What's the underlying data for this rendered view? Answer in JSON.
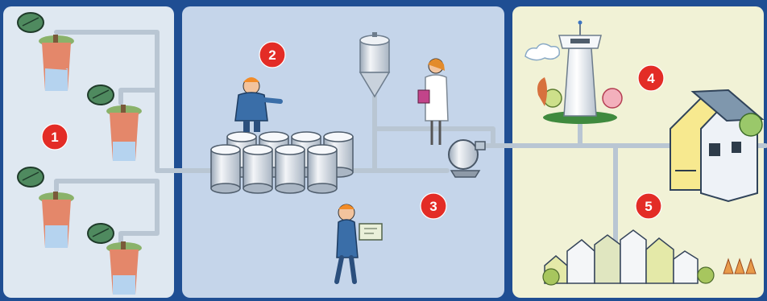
{
  "steps": [
    {
      "number": "1"
    },
    {
      "number": "2"
    },
    {
      "number": "3"
    },
    {
      "number": "4"
    },
    {
      "number": "5"
    }
  ],
  "colors": {
    "frame": "#1f4e93",
    "panel_wells": "#dfe8f1",
    "panel_treatment": "#c5d5ea",
    "panel_distribution": "#f1f2d6",
    "pipe": "#b9c6d3",
    "badge": "#e32c26"
  },
  "icons": [
    "well-icon",
    "tree-icon",
    "storage-tank-icon",
    "silo-icon",
    "pump-icon",
    "worker-icon",
    "scientist-icon",
    "engineer-icon",
    "water-tower-icon",
    "house-icon",
    "town-icon",
    "cloud-icon"
  ]
}
